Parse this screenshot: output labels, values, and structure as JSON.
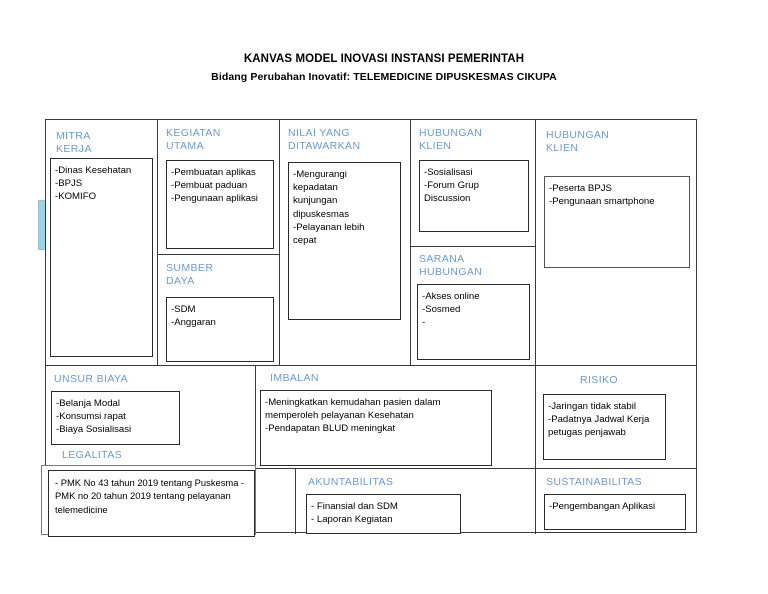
{
  "titles": {
    "main": "KANVAS MODEL INOVASI INSTANSI PEMERINTAH",
    "sub": "Bidang Perubahan Inovatif:  TELEMEDICINE  DIPUSKESMAS CIKUPA"
  },
  "colors": {
    "heading": "#6a9bd1",
    "border": "#3a3a3a",
    "tab": "#9ed2e3"
  },
  "canvas": {
    "mitra_kerja": {
      "heading": "MITRA\nKERJA",
      "items": "-Dinas Kesehatan\n-BPJS\n-KOMIFO"
    },
    "kegiatan_utama": {
      "heading": "KEGIATAN\nUTAMA",
      "items": "-Pembuatan aplikas\n-Pembuat paduan\n-Pengunaan aplikasi"
    },
    "sumber_daya": {
      "heading": "SUMBER\nDAYA",
      "items": "-SDM\n-Anggaran"
    },
    "nilai_yang_ditawarkan": {
      "heading": "NILAI YANG\nDITAWARKAN",
      "items": "-Mengurangi\n   kepadatan\n   kunjungan\n   dipuskesmas\n-Pelayanan lebih\n   cepat"
    },
    "hubungan_klien": {
      "heading": "HUBUNGAN\nKLIEN",
      "items": "-Sosialisasi\n-Forum Grup\n   Discussion"
    },
    "sarana_hubungan": {
      "heading": "SARANA\nHUBUNGAN",
      "items": "-Akses online\n-Sosmed\n-"
    },
    "hubungan_klien_2": {
      "heading": "HUBUNGAN\nKLIEN",
      "items": "-Peserta BPJS\n-Pengunaan smartphone"
    },
    "unsur_biaya": {
      "heading": "UNSUR BIAYA",
      "items": " -Belanja Modal\n-Konsumsi rapat\n-Biaya Sosialisasi"
    },
    "imbalan": {
      "heading": "IMBALAN",
      "items": "-Meningkatkan kemudahan pasien dalam\n   memperoleh pelayanan Kesehatan\n-Pendapatan BLUD meningkat"
    },
    "risiko": {
      "heading": "RISIKO",
      "items": "-Jaringan tidak  stabil\n-Padatnya Jadwal Kerja\n   petugas penjawab"
    },
    "legalitas": {
      "heading": "LEGALITAS",
      "items": "- PMK No 43 tahun 2019 tentang\n     Puskesma\n- PMK no 20 tahun 2019 tentang\n     pelayanan telemedicine"
    },
    "akuntabilitas": {
      "heading": "AKUNTABILITAS",
      "items": "-  Finansial dan SDM\n-  Laporan Kegiatan"
    },
    "sustainabilitas": {
      "heading": "SUSTAINABILITAS",
      "items": "-Pengembangan Aplikasi"
    }
  }
}
